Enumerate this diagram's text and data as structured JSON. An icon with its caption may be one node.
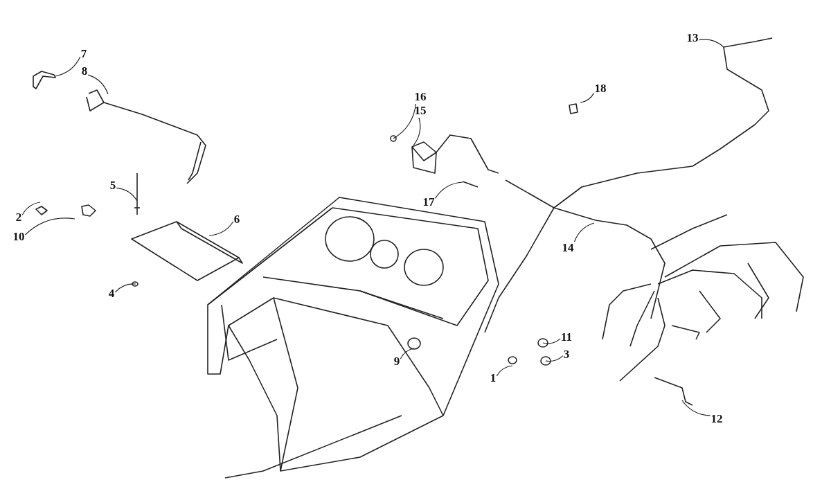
{
  "diagram": {
    "nodes": [
      {
        "text": [
          "7"
        ]
      },
      {
        "text": [
          "13"
        ]
      },
      {
        "text": [
          "8"
        ]
      },
      {
        "text": [
          "18"
        ]
      },
      {
        "text": [
          "16"
        ]
      },
      {
        "text": [
          "15"
        ]
      },
      {
        "text": [
          "5"
        ]
      },
      {
        "text": [
          "17"
        ]
      },
      {
        "text": [
          "2"
        ]
      },
      {
        "text": [
          "6"
        ]
      },
      {
        "text": [
          "10"
        ]
      },
      {
        "text": [
          "14"
        ]
      },
      {
        "text": [
          "4"
        ]
      },
      {
        "text": [
          "11"
        ]
      },
      {
        "text": [
          "9"
        ]
      },
      {
        "text": [
          "3"
        ]
      },
      {
        "text": [
          "1"
        ]
      },
      {
        "text": [
          "12"
        ]
      }
    ],
    "edges": [
      {
        "from": 0,
        "to": null,
        "arrow": "none"
      },
      {
        "from": 1,
        "to": null,
        "arrow": "none"
      },
      {
        "from": 2,
        "to": null,
        "arrow": "none"
      },
      {
        "from": 3,
        "to": null,
        "arrow": "none"
      },
      {
        "from": 4,
        "to": null,
        "arrow": "none"
      },
      {
        "from": 5,
        "to": null,
        "arrow": "none"
      },
      {
        "from": 6,
        "to": null,
        "arrow": "none"
      },
      {
        "from": 7,
        "to": null,
        "arrow": "none"
      },
      {
        "from": 8,
        "to": null,
        "arrow": "none"
      },
      {
        "from": 9,
        "to": null,
        "arrow": "none"
      },
      {
        "from": 10,
        "to": null,
        "arrow": "none"
      },
      {
        "from": 11,
        "to": null,
        "arrow": "none"
      },
      {
        "from": 12,
        "to": null,
        "arrow": "none"
      },
      {
        "from": 13,
        "to": null,
        "arrow": "none"
      },
      {
        "from": 14,
        "to": null,
        "arrow": "none"
      },
      {
        "from": 15,
        "to": null,
        "arrow": "none"
      },
      {
        "from": 16,
        "to": null,
        "arrow": "none"
      },
      {
        "from": 17,
        "to": null,
        "arrow": "none"
      }
    ]
  }
}
